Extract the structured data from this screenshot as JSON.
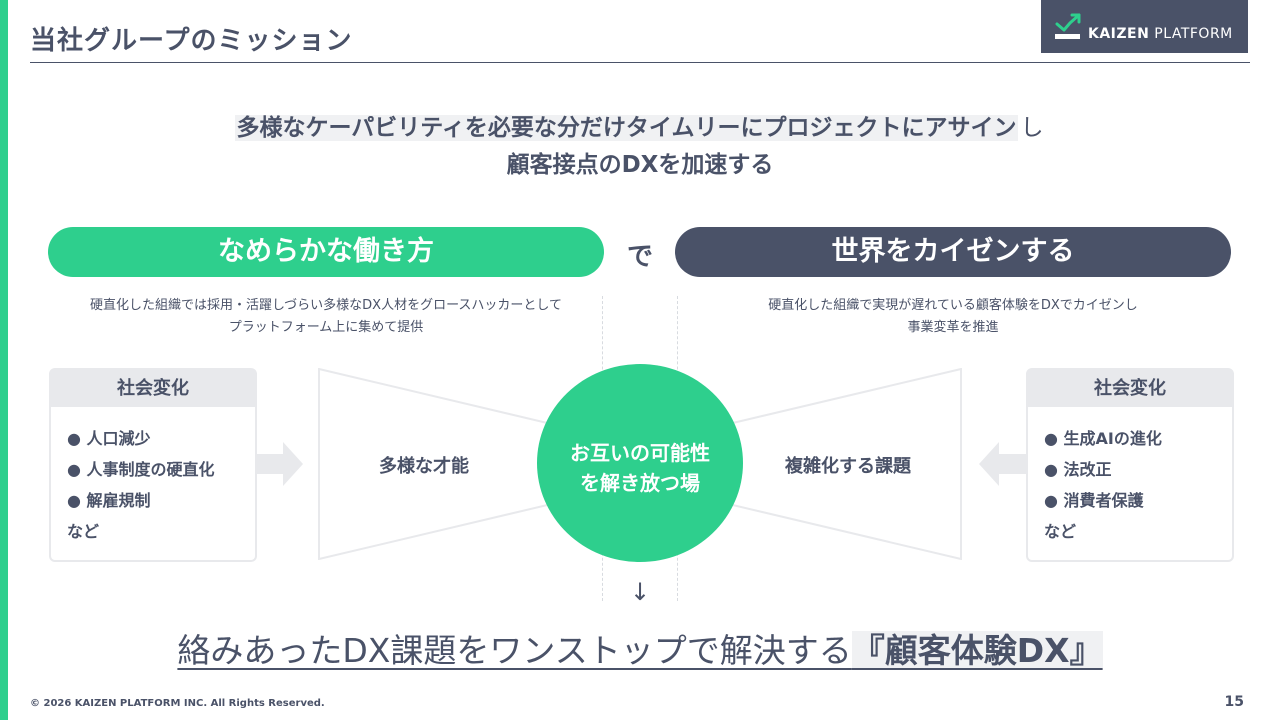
{
  "header": {
    "title": "当社グループのミッション",
    "logo_text_bold": "KAIZEN",
    "logo_text": " PLATFORM"
  },
  "mission": {
    "line1": "多様なケーパビリティを必要な分だけタイムリーにプロジェクトにアサイン",
    "line1_tail": "し",
    "line2": "顧客接点のDXを加速する"
  },
  "left_pill": "なめらかな働き方",
  "connector": "で",
  "right_pill": "世界をカイゼンする",
  "left_desc": {
    "line1": "硬直化した組織では採用・活躍しづらい多様なDX人材をグロースハッカーとして",
    "line2": "プラットフォーム上に集めて提供"
  },
  "right_desc": {
    "line1": "硬直化した組織で実現が遅れている顧客体験をDXでカイゼンし",
    "line2": "事業変革を推進"
  },
  "left_box": {
    "heading": "社会変化",
    "items": [
      "● 人口減少",
      "● 人事制度の硬直化",
      "● 解雇規制",
      "など"
    ]
  },
  "right_box": {
    "heading": "社会変化",
    "items": [
      "● 生成AIの進化",
      "● 法改正",
      "● 消費者保護",
      "など"
    ]
  },
  "left_funnel_label": "多様な才能",
  "right_funnel_label": "複雑化する課題",
  "center_circle": {
    "line1": "お互いの可能性",
    "line2": "を解き放つ場"
  },
  "down_arrow": "↓",
  "conclusion": {
    "main": "絡みあったDX課題をワンストップで解決する",
    "highlight": "『顧客体験DX』"
  },
  "footer": {
    "copyright": "© 2026 KAIZEN PLATFORM INC. All Rights Reserved.",
    "page_number": "15"
  },
  "colors": {
    "accent_green": "#2ecf8d",
    "navy": "#4a5268",
    "light_gray": "#e8e9ec"
  }
}
